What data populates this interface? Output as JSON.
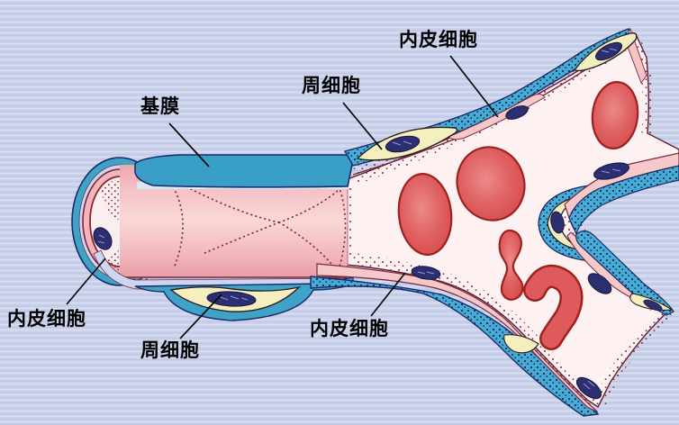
{
  "figure": {
    "subject": "capillary-structure-diagram",
    "background_color": "#cbd3ec",
    "labels": {
      "endothelial_top": "内皮细胞",
      "pericyte_top": "周细胞",
      "basement_membrane": "基膜",
      "endothelial_left": "内皮细胞",
      "pericyte_bottom": "周细胞",
      "endothelial_mid": "内皮细胞"
    },
    "colors": {
      "basement_membrane_teal": "#3fa3c8",
      "stippled_membrane_teal": "#46acd4",
      "pericyte_yellow": "#f5efc0",
      "endothelium_pink": "#f4bec2",
      "lumen_pale": "#fdf1f2",
      "red_blood_cell": "#dd5252",
      "nucleus_navy": "#2b2e70",
      "outline_maroon": "#7a2840",
      "label_text": "#000000"
    }
  }
}
